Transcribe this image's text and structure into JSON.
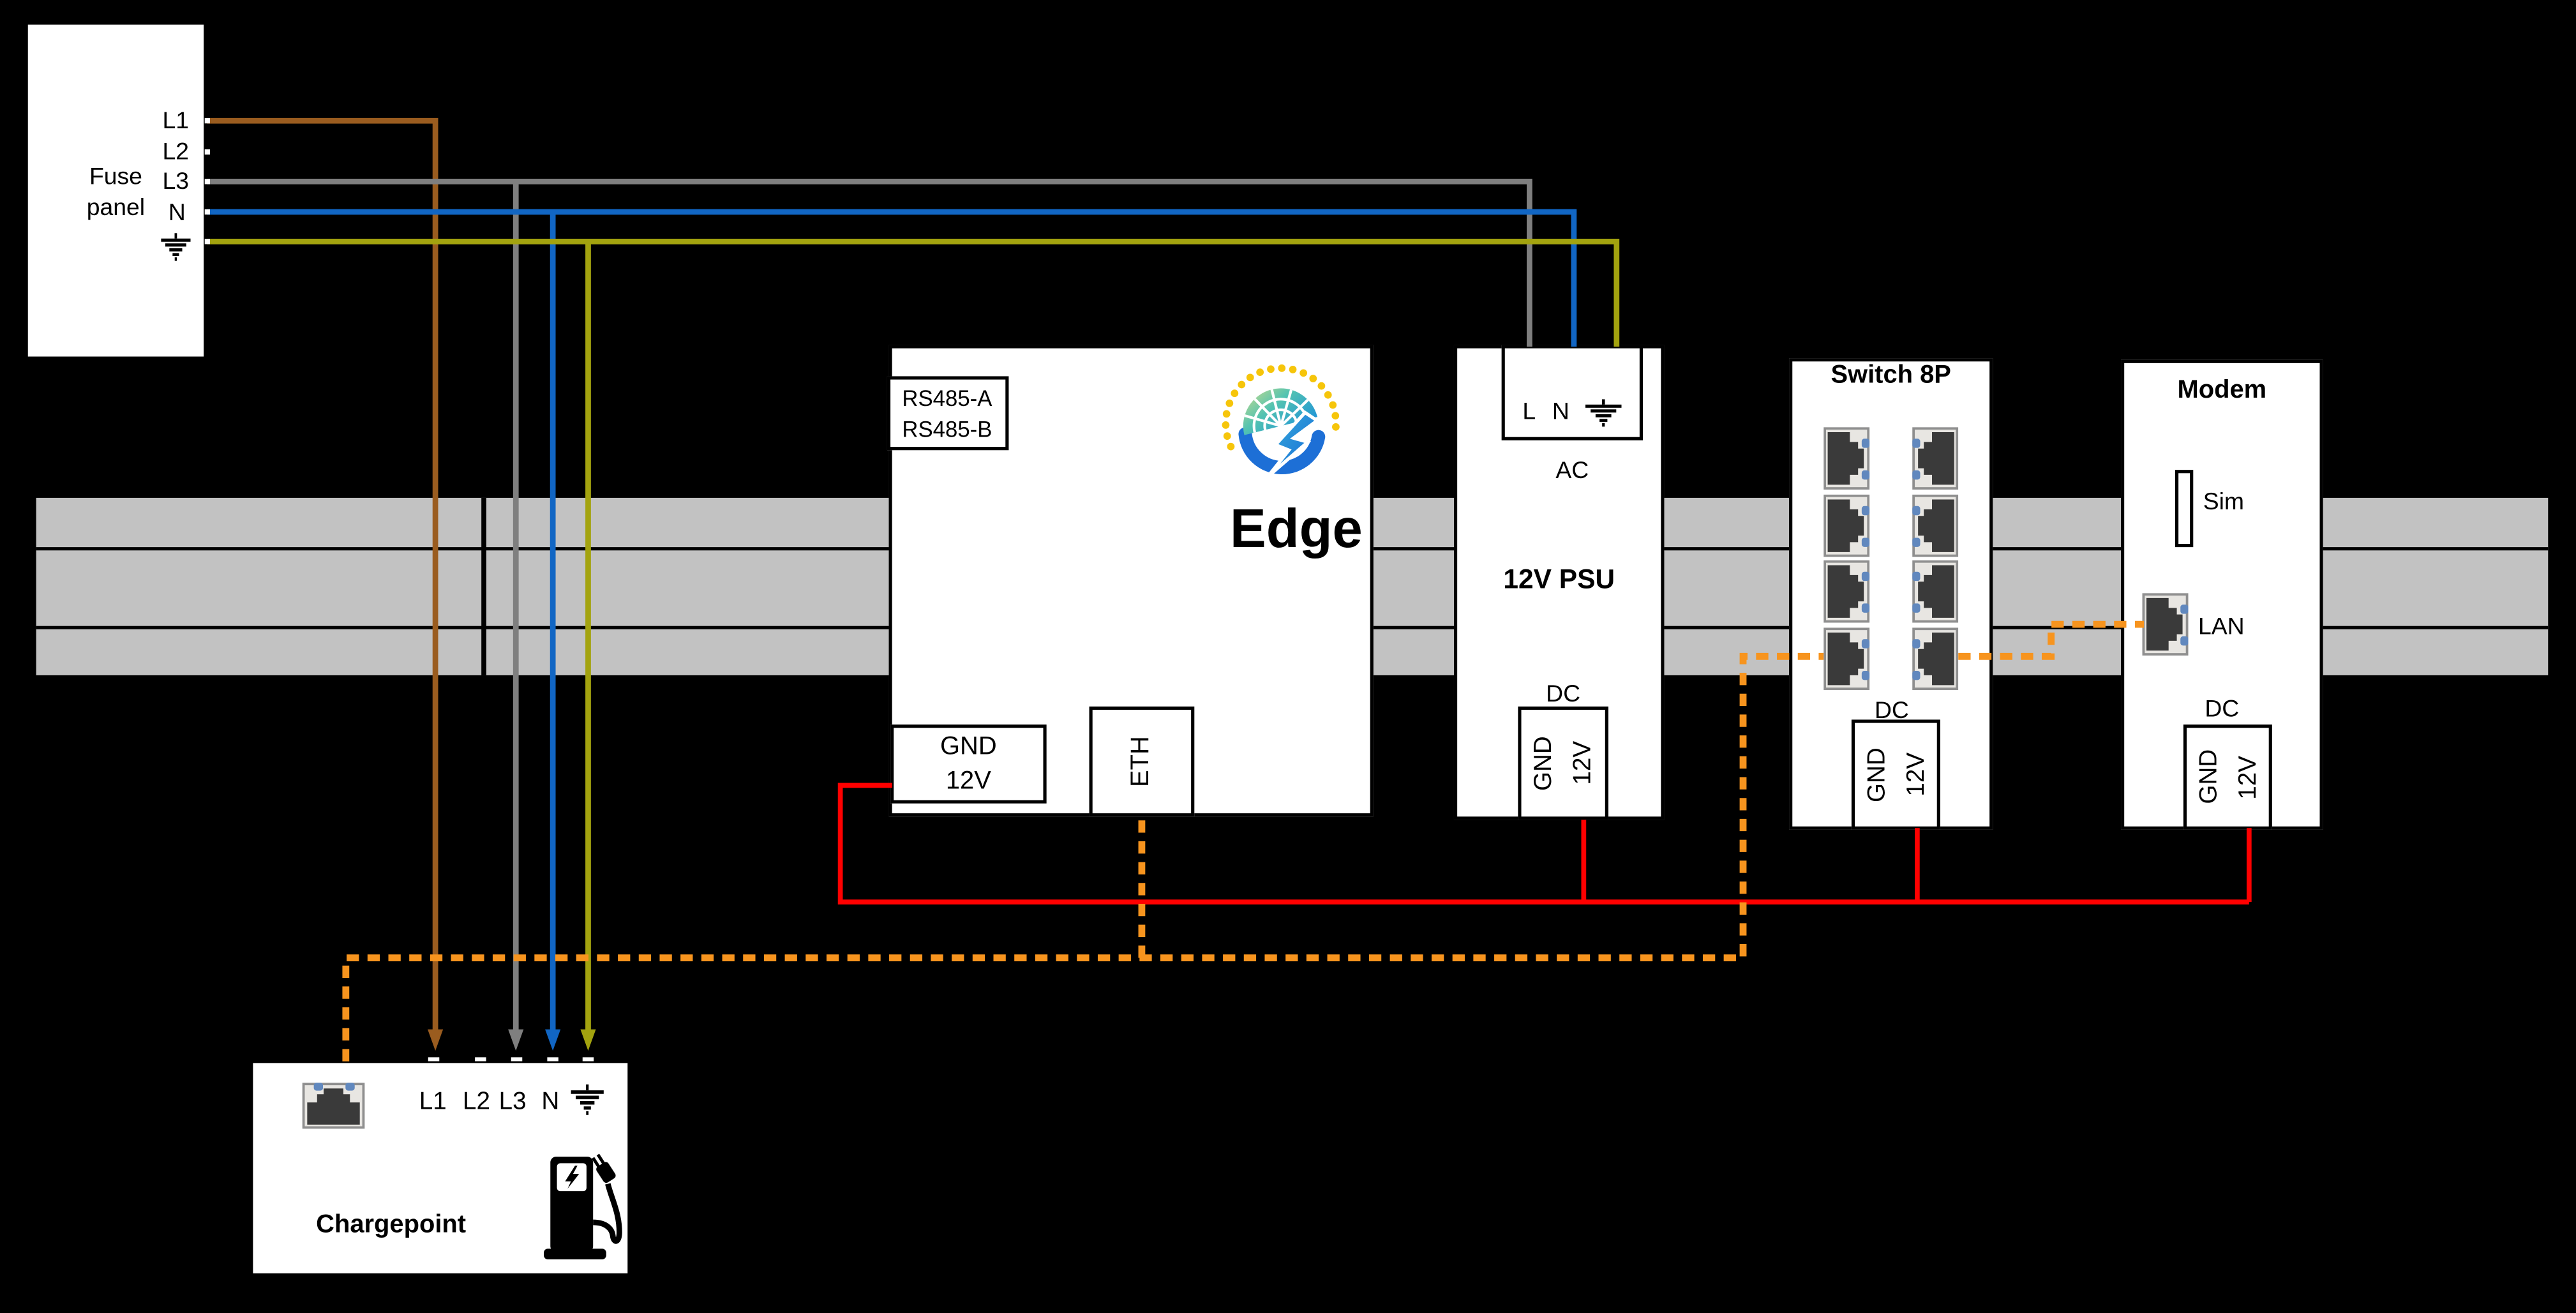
{
  "fuse_panel": {
    "title_line1": "Fuse",
    "title_line2": "panel",
    "terminals": [
      "L1",
      "L2",
      "L3",
      "N"
    ]
  },
  "edge_device": {
    "rs485_line1": "RS485-A",
    "rs485_line2": "RS485-B",
    "name": "Edge",
    "power_gnd": "GND",
    "power_12v": "12V",
    "eth_label": "ETH"
  },
  "psu": {
    "name": "12V PSU",
    "ac_label": "AC",
    "ac_terminal_l": "L",
    "ac_terminal_n": "N",
    "dc_label": "DC",
    "dc_gnd": "GND",
    "dc_12v": "12V"
  },
  "switch": {
    "name": "Switch 8P",
    "dc_label": "DC",
    "dc_gnd": "GND",
    "dc_12v": "12V"
  },
  "modem": {
    "name": "Modem",
    "sim_label": "Sim",
    "lan_label": "LAN",
    "dc_label": "DC",
    "dc_gnd": "GND",
    "dc_12v": "12V"
  },
  "chargepoint": {
    "name": "Chargepoint",
    "terminals": [
      "L1",
      "L2",
      "L3",
      "N"
    ]
  },
  "colors": {
    "wire_l1_brown": "#9A5C1F",
    "wire_l3_gray": "#7F7F7F",
    "wire_n_blue": "#1166C4",
    "wire_pe_olive": "#A3A30F",
    "wire_12v_red": "#FF0000",
    "wire_eth_orange": "#F7941E",
    "din_rail": "#C2C2C2"
  }
}
